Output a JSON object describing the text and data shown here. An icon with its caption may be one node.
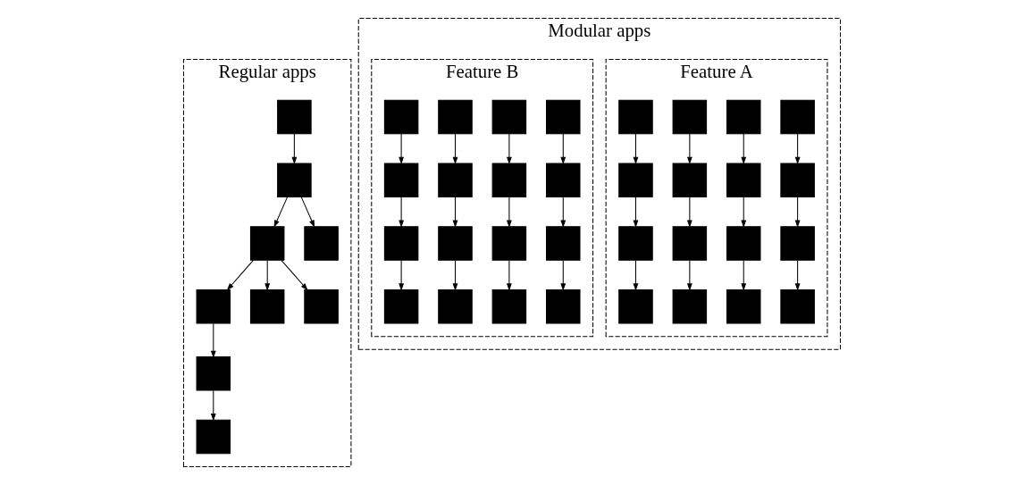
{
  "diagram": {
    "nodes": [
      {
        "text": [
          "Regular apps"
        ]
      },
      {
        "text": [],
        "shape": "box",
        "in": 0
      },
      {
        "text": [],
        "shape": "box",
        "in": 0
      },
      {
        "text": [],
        "shape": "box",
        "in": 0
      },
      {
        "text": [],
        "shape": "box",
        "in": 0
      },
      {
        "text": [],
        "shape": "box",
        "in": 0
      },
      {
        "text": [],
        "shape": "box",
        "in": 0
      },
      {
        "text": [],
        "shape": "box",
        "in": 0
      },
      {
        "text": [],
        "shape": "box",
        "in": 0
      },
      {
        "text": [],
        "shape": "box",
        "in": 0
      },
      {
        "text": [
          "Modular apps"
        ]
      },
      {
        "text": [
          "Feature A"
        ],
        "in": 10
      },
      {
        "text": [],
        "shape": "box",
        "in": 11
      },
      {
        "text": [],
        "shape": "box",
        "in": 11
      },
      {
        "text": [],
        "shape": "box",
        "in": 11
      },
      {
        "text": [],
        "shape": "box",
        "in": 11
      },
      {
        "text": [],
        "shape": "box",
        "in": 11
      },
      {
        "text": [],
        "shape": "box",
        "in": 11
      },
      {
        "text": [],
        "shape": "box",
        "in": 11
      },
      {
        "text": [],
        "shape": "box",
        "in": 11
      },
      {
        "text": [],
        "shape": "box",
        "in": 11
      },
      {
        "text": [],
        "shape": "box",
        "in": 11
      },
      {
        "text": [],
        "shape": "box",
        "in": 11
      },
      {
        "text": [],
        "shape": "box",
        "in": 11
      },
      {
        "text": [],
        "shape": "box",
        "in": 11
      },
      {
        "text": [],
        "shape": "box",
        "in": 11
      },
      {
        "text": [],
        "shape": "box",
        "in": 11
      },
      {
        "text": [],
        "shape": "box",
        "in": 11
      },
      {
        "text": [
          "Feature B"
        ],
        "in": 10
      },
      {
        "text": [],
        "shape": "box",
        "in": 28
      },
      {
        "text": [],
        "shape": "box",
        "in": 28
      },
      {
        "text": [],
        "shape": "box",
        "in": 28
      },
      {
        "text": [],
        "shape": "box",
        "in": 28
      },
      {
        "text": [],
        "shape": "box",
        "in": 28
      },
      {
        "text": [],
        "shape": "box",
        "in": 28
      },
      {
        "text": [],
        "shape": "box",
        "in": 28
      },
      {
        "text": [],
        "shape": "box",
        "in": 28
      },
      {
        "text": [],
        "shape": "box",
        "in": 28
      },
      {
        "text": [],
        "shape": "box",
        "in": 28
      },
      {
        "text": [],
        "shape": "box",
        "in": 28
      },
      {
        "text": [],
        "shape": "box",
        "in": 28
      },
      {
        "text": [],
        "shape": "box",
        "in": 28
      },
      {
        "text": [],
        "shape": "box",
        "in": 28
      },
      {
        "text": [],
        "shape": "box",
        "in": 28
      },
      {
        "text": [],
        "shape": "box",
        "in": 28
      }
    ],
    "edges": [
      {
        "from": 1,
        "to": 2,
        "arrow": "to"
      },
      {
        "from": 2,
        "to": 3,
        "arrow": "to"
      },
      {
        "from": 4,
        "to": 1,
        "arrow": "to"
      },
      {
        "from": 5,
        "to": 4,
        "arrow": "to"
      },
      {
        "from": 5,
        "to": 6,
        "arrow": "to"
      },
      {
        "from": 7,
        "to": 5,
        "arrow": "to"
      },
      {
        "from": 4,
        "to": 8,
        "arrow": "to"
      },
      {
        "from": 4,
        "to": 9,
        "arrow": "to"
      },
      {
        "from": 12,
        "to": 16,
        "arrow": "to"
      },
      {
        "from": 13,
        "to": 17,
        "arrow": "to"
      },
      {
        "from": 14,
        "to": 18,
        "arrow": "to"
      },
      {
        "from": 15,
        "to": 19,
        "arrow": "to"
      },
      {
        "from": 16,
        "to": 20,
        "arrow": "to"
      },
      {
        "from": 17,
        "to": 21,
        "arrow": "to"
      },
      {
        "from": 18,
        "to": 22,
        "arrow": "to"
      },
      {
        "from": 19,
        "to": 23,
        "arrow": "to"
      },
      {
        "from": 20,
        "to": 24,
        "arrow": "to"
      },
      {
        "from": 21,
        "to": 25,
        "arrow": "to"
      },
      {
        "from": 22,
        "to": 26,
        "arrow": "to"
      },
      {
        "from": 23,
        "to": 27,
        "arrow": "to"
      },
      {
        "from": 29,
        "to": 33,
        "arrow": "to"
      },
      {
        "from": 30,
        "to": 34,
        "arrow": "to"
      },
      {
        "from": 31,
        "to": 35,
        "arrow": "to"
      },
      {
        "from": 32,
        "to": 36,
        "arrow": "to"
      },
      {
        "from": 33,
        "to": 37,
        "arrow": "to"
      },
      {
        "from": 34,
        "to": 38,
        "arrow": "to"
      },
      {
        "from": 35,
        "to": 39,
        "arrow": "to"
      },
      {
        "from": 36,
        "to": 40,
        "arrow": "to"
      },
      {
        "from": 37,
        "to": 41,
        "arrow": "to"
      },
      {
        "from": 38,
        "to": 42,
        "arrow": "to"
      },
      {
        "from": 39,
        "to": 43,
        "arrow": "to"
      },
      {
        "from": 40,
        "to": 44,
        "arrow": "to"
      }
    ]
  }
}
